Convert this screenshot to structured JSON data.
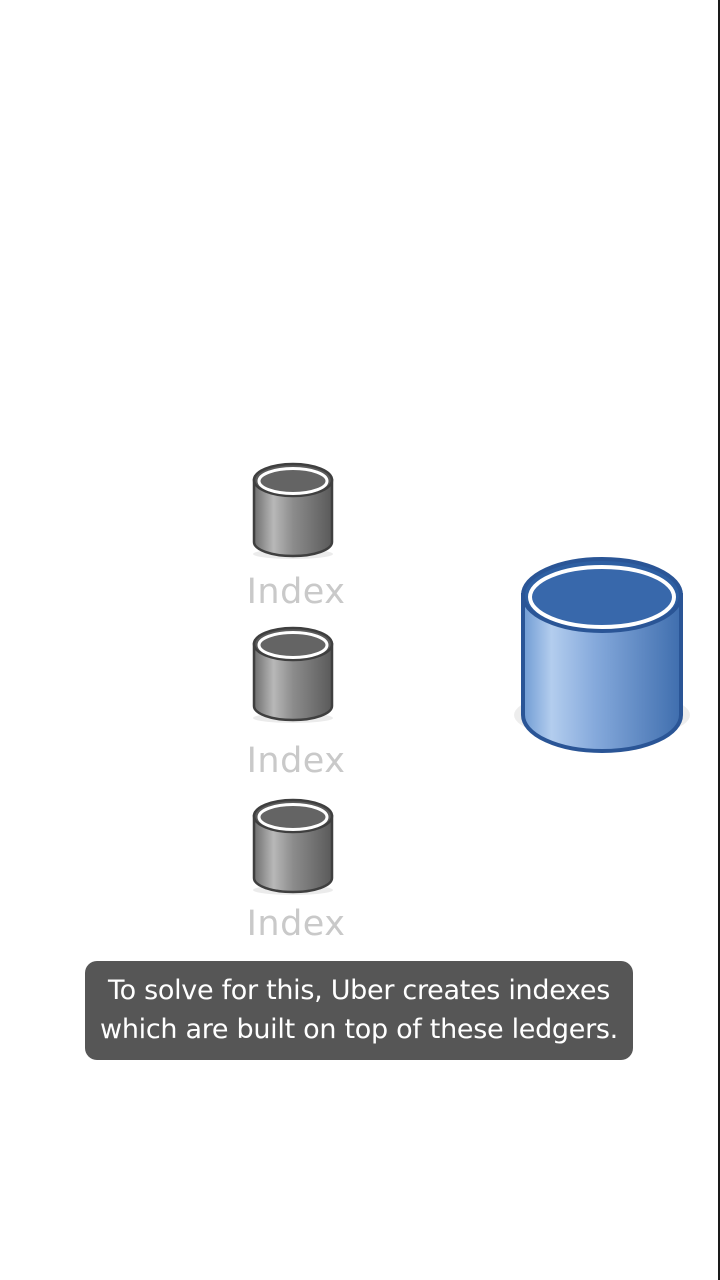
{
  "indexes": [
    {
      "label": "Index"
    },
    {
      "label": "Index"
    },
    {
      "label": "Index"
    }
  ],
  "colors": {
    "index_db": "#7a7a7a",
    "ledger_db": "#5f8fc9",
    "caption_bg": "#565656",
    "label_text": "#c9c9c9"
  },
  "caption": {
    "line1": "To solve for this, Uber creates indexes",
    "line2": "which are built on top of these ledgers."
  }
}
